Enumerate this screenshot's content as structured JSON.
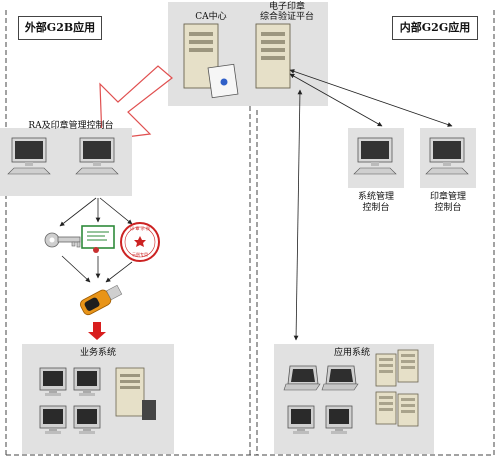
{
  "diagram": {
    "zones": {
      "external": "外部G2B应用",
      "internal": "内部G2G应用"
    },
    "nodes": {
      "ca_center": "CA中心",
      "seal_platform_line1": "电子印章",
      "seal_platform_line2": "综合验证平台",
      "ra_console": "RA及印章管理控制台",
      "business_system": "业务系统",
      "system_console_line1": "系统管理",
      "system_console_line2": "控制台",
      "seal_console_line1": "印章管理",
      "seal_console_line2": "控制台",
      "app_system": "应用系统"
    },
    "icons": {
      "seal_stamp": "red-seal-stamp-icon",
      "certificate": "certificate-icon",
      "key": "key-icon",
      "usb_key": "usb-key-icon"
    },
    "colors": {
      "panel_gray": "#e1e1e1",
      "stamp_red": "#cc2222",
      "arrow_red": "#d81e1e",
      "outline_red": "#e05050",
      "server_beige": "#e6e0c8"
    }
  }
}
